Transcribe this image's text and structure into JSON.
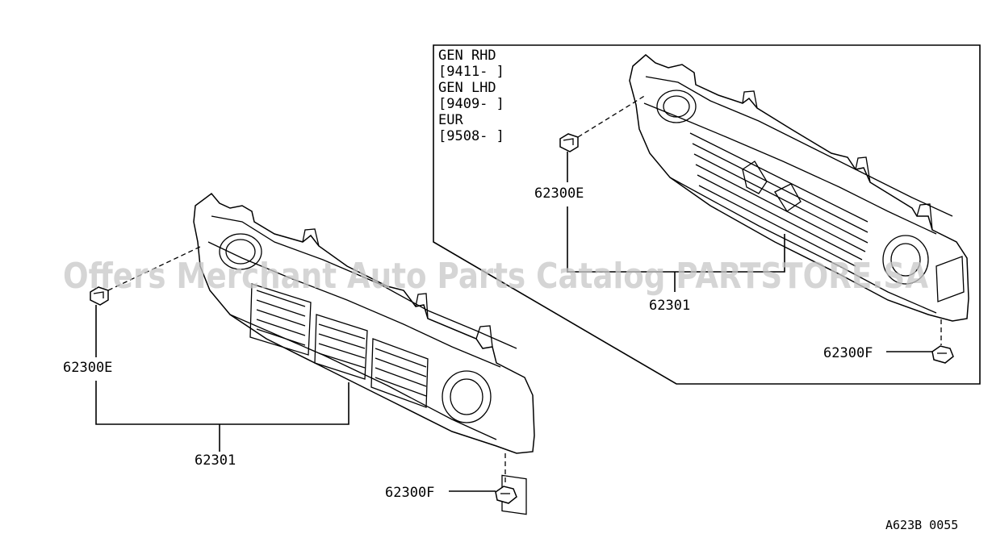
{
  "labels": {
    "clip_upper": "62300E",
    "grille": "62301",
    "clip_lower": "62300F"
  },
  "inset": {
    "conditions": [
      "GEN RHD",
      "[9411-     ]",
      "GEN LHD",
      "[9409-     ]",
      "EUR",
      "[9508-     ]"
    ],
    "clip_upper": "62300E",
    "grille": "62301",
    "clip_lower": "62300F"
  },
  "watermark": "Offers Merchant Auto Parts Catalog PARTSTORE.SA",
  "diagram_code": "A623B 0055"
}
